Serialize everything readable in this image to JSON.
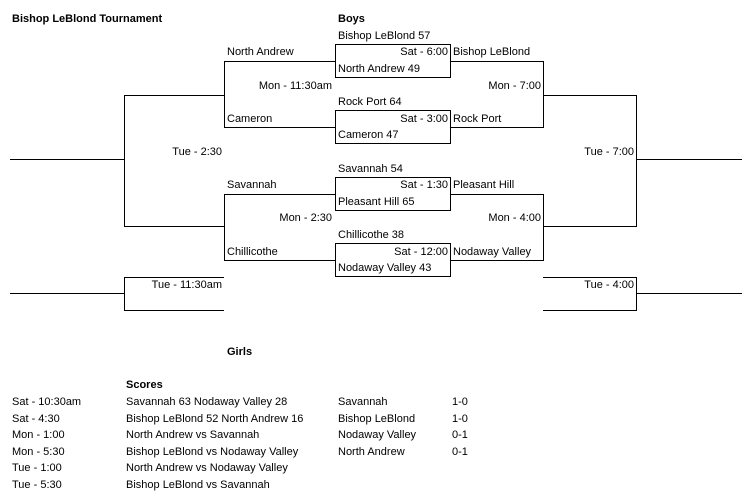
{
  "title": "Bishop LeBlond Tournament",
  "boys": {
    "heading": "Boys",
    "top_box": {
      "upper_team": "Bishop LeBlond 57",
      "time": "Sat - 6:00",
      "lower_team": "North Andrew 49",
      "right_label": "Bishop LeBlond"
    },
    "box2": {
      "upper_team": "Rock Port 64",
      "time": "Sat - 3:00",
      "lower_team": "Cameron 47",
      "right_label": "Rock Port"
    },
    "box3": {
      "upper_team": "Savannah 54",
      "time": "Sat - 1:30",
      "lower_team": "Pleasant Hill 65",
      "right_label": "Pleasant Hill"
    },
    "box4": {
      "upper_team": "Chillicothe 38",
      "time": "Sat - 12:00",
      "lower_team": "Nodaway Valley 43",
      "right_label": "Nodaway Valley"
    },
    "left_r1_top": "North Andrew",
    "left_r1_top_time": "Mon - 11:30am",
    "left_r1_bottom": "Cameron",
    "left_r2_top": "Savannah",
    "left_r2_time": "Mon - 2:30",
    "left_r2_bottom": "Chillicothe",
    "left_semi_time": "Tue - 2:30",
    "left_consolation_time": "Tue - 11:30am",
    "right_top_time": "Mon - 7:00",
    "right_bottom_time": "Mon - 4:00",
    "right_final_time": "Tue - 7:00",
    "right_consolation_time": "Tue - 4:00"
  },
  "girls": {
    "heading": "Girls",
    "scores_heading": "Scores",
    "schedule": [
      {
        "time": "Sat - 10:30am",
        "game": "Savannah 63 Nodaway Valley 28"
      },
      {
        "time": "Sat - 4:30",
        "game": "Bishop LeBlond 52 North Andrew 16"
      },
      {
        "time": "Mon - 1:00",
        "game": "North Andrew vs Savannah"
      },
      {
        "time": "Mon - 5:30",
        "game": "Bishop LeBlond vs Nodaway Valley"
      },
      {
        "time": "Tue - 1:00",
        "game": "North Andrew vs Nodaway Valley"
      },
      {
        "time": "Tue - 5:30",
        "game": "Bishop LeBlond vs Savannah"
      }
    ],
    "standings": [
      {
        "team": "Savannah",
        "record": "1-0"
      },
      {
        "team": "Bishop LeBlond",
        "record": "1-0"
      },
      {
        "team": "Nodaway Valley",
        "record": "0-1"
      },
      {
        "team": "North Andrew",
        "record": "0-1"
      }
    ]
  }
}
